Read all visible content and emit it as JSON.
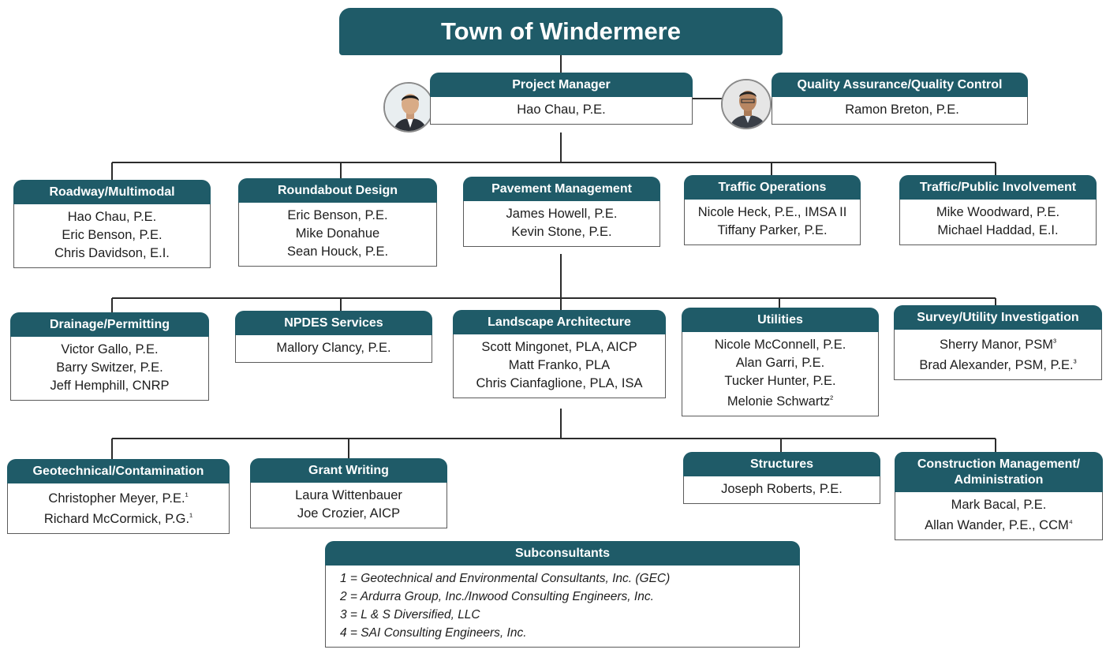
{
  "title": "Town of Windermere",
  "manager": {
    "title": "Project Manager",
    "members": [
      "Hao Chau, P.E."
    ]
  },
  "qaqc": {
    "title": "Quality Assurance/Quality Control",
    "members": [
      "Ramon Breton, P.E."
    ]
  },
  "row1": [
    {
      "title": "Roadway/Multimodal",
      "members": [
        "Hao Chau, P.E.",
        "Eric Benson, P.E.",
        "Chris Davidson, E.I."
      ]
    },
    {
      "title": "Roundabout Design",
      "members": [
        "Eric Benson, P.E.",
        "Mike Donahue",
        "Sean Houck, P.E."
      ]
    },
    {
      "title": "Pavement Management",
      "members": [
        "James Howell, P.E.",
        "Kevin Stone, P.E."
      ]
    },
    {
      "title": "Traffic Operations",
      "members": [
        "Nicole Heck, P.E., IMSA II",
        "Tiffany Parker, P.E."
      ]
    },
    {
      "title": "Traffic/Public Involvement",
      "members": [
        "Mike Woodward, P.E.",
        "Michael Haddad, E.I."
      ]
    }
  ],
  "row2": [
    {
      "title": "Drainage/Permitting",
      "members": [
        "Victor Gallo, P.E.",
        "Barry Switzer, P.E.",
        "Jeff Hemphill, CNRP"
      ]
    },
    {
      "title": "NPDES Services",
      "members": [
        "Mallory Clancy, P.E."
      ]
    },
    {
      "title": "Landscape Architecture",
      "members": [
        "Scott Mingonet, PLA, AICP",
        "Matt Franko, PLA",
        "Chris Cianfaglione, PLA, ISA"
      ]
    },
    {
      "title": "Utilities",
      "members": [
        "Nicole McConnell, P.E.",
        "Alan Garri, P.E.",
        "Tucker Hunter, P.E.",
        "Melonie Schwartz²"
      ]
    },
    {
      "title": "Survey/Utility Investigation",
      "members": [
        "Sherry Manor, PSM³",
        "Brad Alexander, PSM, P.E.³"
      ]
    }
  ],
  "row3": [
    {
      "title": "Geotechnical/Contamination",
      "members": [
        "Christopher Meyer, P.E.¹",
        "Richard McCormick, P.G.¹"
      ]
    },
    {
      "title": "Grant Writing",
      "members": [
        "Laura Wittenbauer",
        "Joe Crozier, AICP"
      ]
    },
    {
      "title": "Structures",
      "members": [
        "Joseph Roberts, P.E."
      ]
    },
    {
      "title": "Construction Management/ Administration",
      "title_lines": [
        "Construction Management/",
        "Administration"
      ],
      "members": [
        "Mark Bacal, P.E.",
        "Allan Wander, P.E., CCM⁴"
      ]
    }
  ],
  "subconsultants": {
    "title": "Subconsultants",
    "items": [
      "1 = Geotechnical and Environmental Consultants, Inc. (GEC)",
      "2 = Ardurra Group, Inc./Inwood Consulting Engineers, Inc.",
      "3 = L & S Diversified, LLC",
      "4 = SAI Consulting Engineers, Inc."
    ]
  },
  "colors": {
    "header": "#1f5b68",
    "connector": "#2b2b2b",
    "border": "#5b5b5b"
  },
  "icons": {
    "manager_photo": "person-photo-icon",
    "qaqc_photo": "person-photo-icon"
  }
}
